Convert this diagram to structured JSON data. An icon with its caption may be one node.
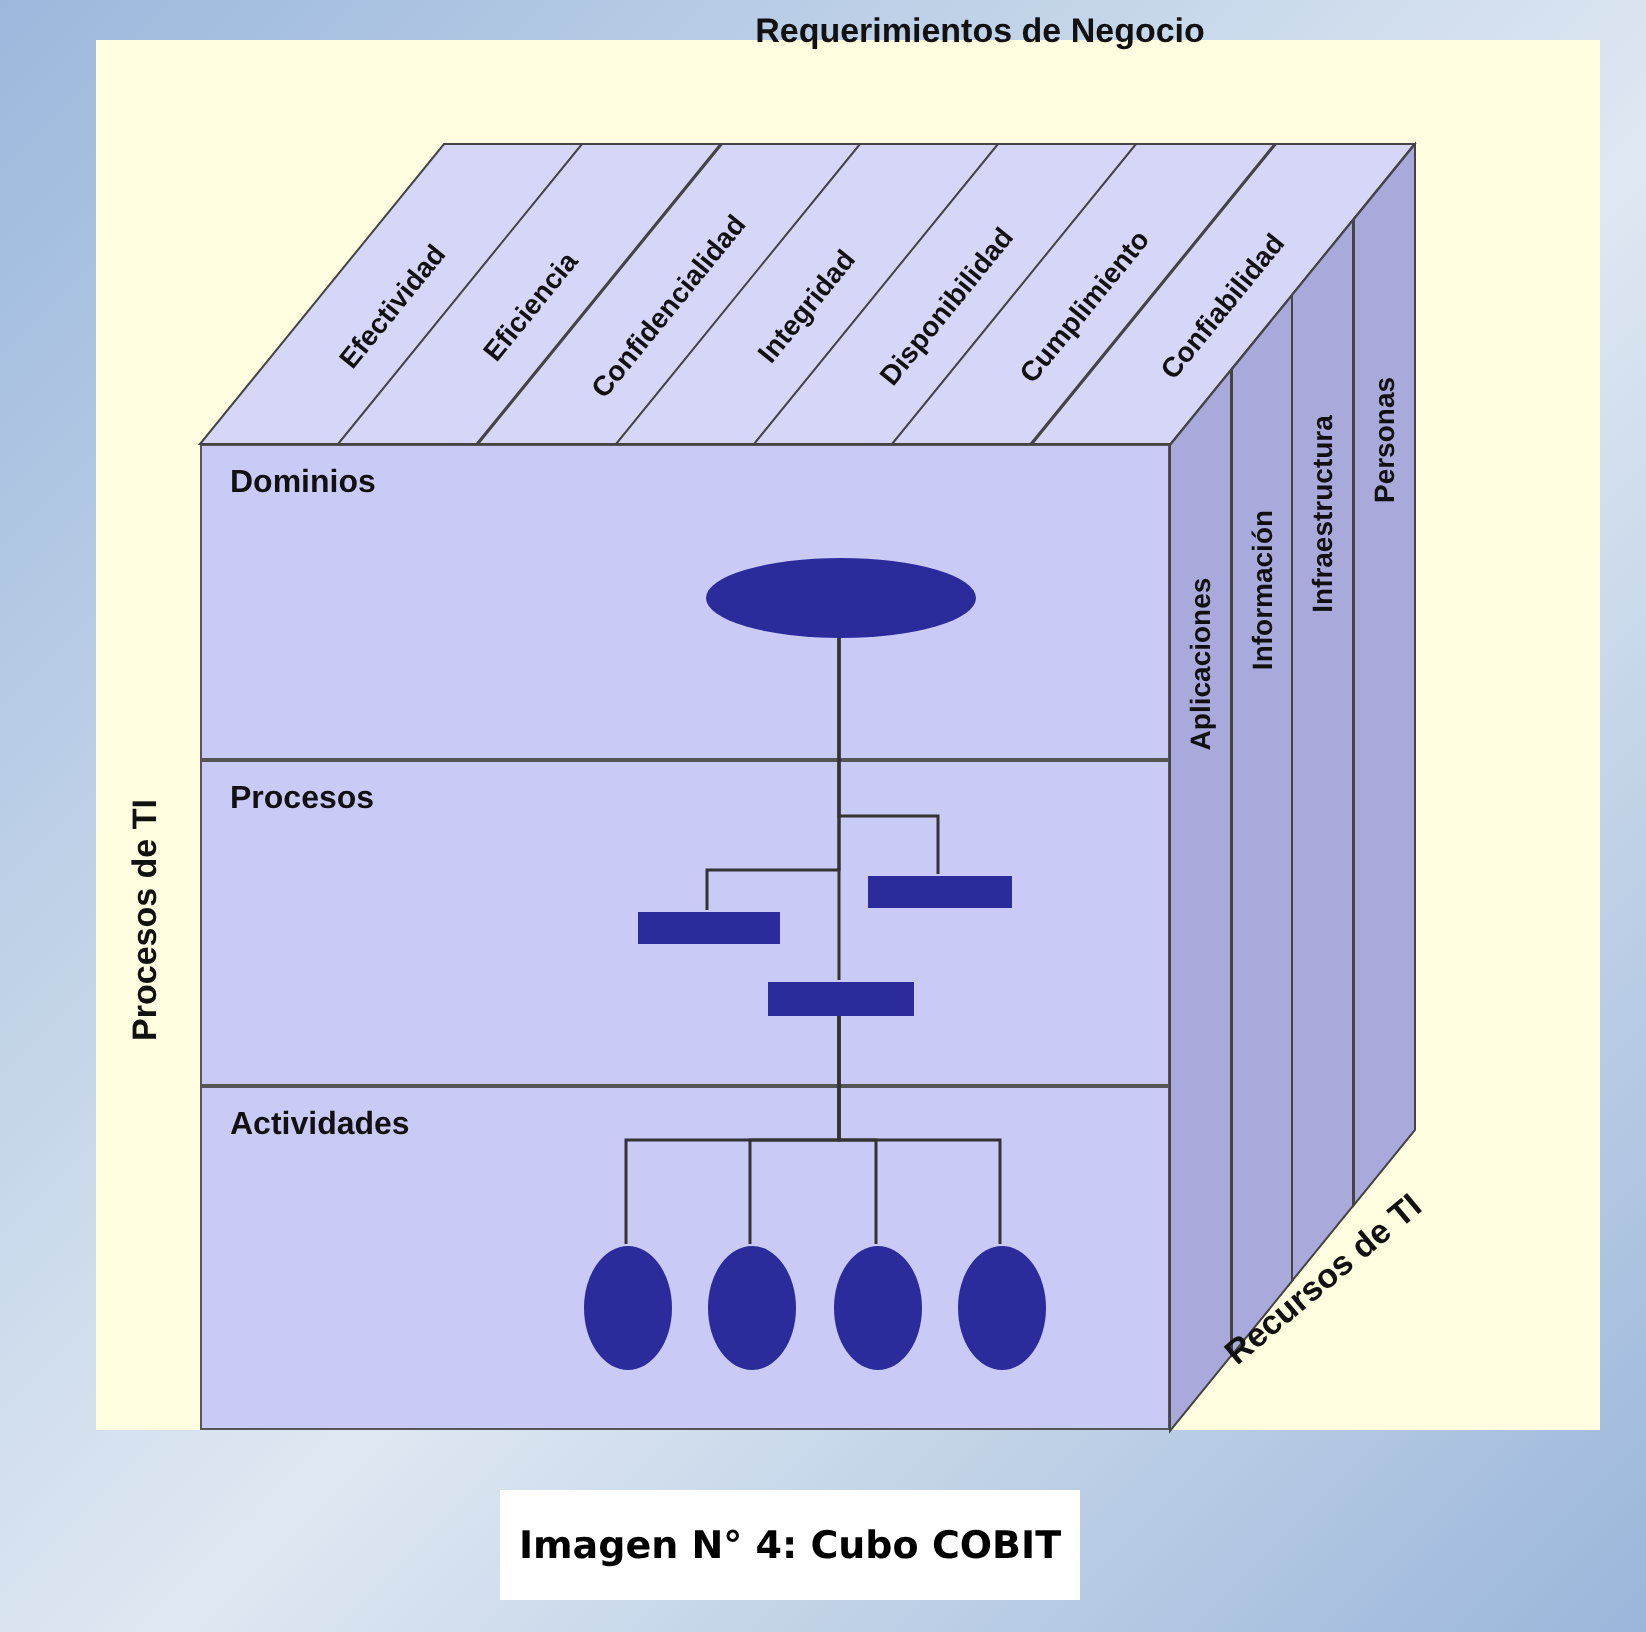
{
  "diagram": {
    "caption": "Imagen N° 4: Cubo COBIT",
    "nodes": [
      {
        "text": [
          "Dominios"
        ]
      },
      {
        "text": [
          "Procesos"
        ]
      },
      {
        "text": [
          "Actividades"
        ]
      },
      {
        "text": [
          "Efectividad"
        ]
      },
      {
        "text": [
          "Eficiencia"
        ]
      },
      {
        "text": [
          "Confidencialidad"
        ]
      },
      {
        "text": [
          "Integridad"
        ]
      },
      {
        "text": [
          "Disponibilidad"
        ]
      },
      {
        "text": [
          "Cumplimiento"
        ]
      },
      {
        "text": [
          "Confiabilidad"
        ]
      },
      {
        "text": [
          "Aplicaciones"
        ]
      },
      {
        "text": [
          "Información"
        ]
      },
      {
        "text": [
          "Infraestructura"
        ]
      },
      {
        "text": [
          "Personas"
        ]
      },
      {
        "text": [],
        "shape": "ellipse",
        "in": 0
      },
      {
        "text": [],
        "shape": "bar",
        "in": 1
      },
      {
        "text": [],
        "shape": "bar",
        "in": 1
      },
      {
        "text": [],
        "shape": "bar",
        "in": 1
      },
      {
        "text": [],
        "shape": "ellipse",
        "in": 2
      },
      {
        "text": [],
        "shape": "ellipse",
        "in": 2
      },
      {
        "text": [],
        "shape": "ellipse",
        "in": 2
      },
      {
        "text": [],
        "shape": "ellipse",
        "in": 2
      }
    ],
    "edges": [
      {
        "from": 14,
        "to": 15,
        "arrow": "none"
      },
      {
        "from": 14,
        "to": 16,
        "arrow": "none"
      },
      {
        "from": 14,
        "to": 17,
        "arrow": "none"
      },
      {
        "from": 17,
        "to": 18,
        "arrow": "none"
      },
      {
        "from": 17,
        "to": 19,
        "arrow": "none"
      },
      {
        "from": 17,
        "to": 20,
        "arrow": "none"
      },
      {
        "from": 17,
        "to": 21,
        "arrow": "none"
      }
    ],
    "labels": [
      "Requerimientos de Negocio",
      "Procesos de TI",
      "Recursos de TI"
    ]
  }
}
